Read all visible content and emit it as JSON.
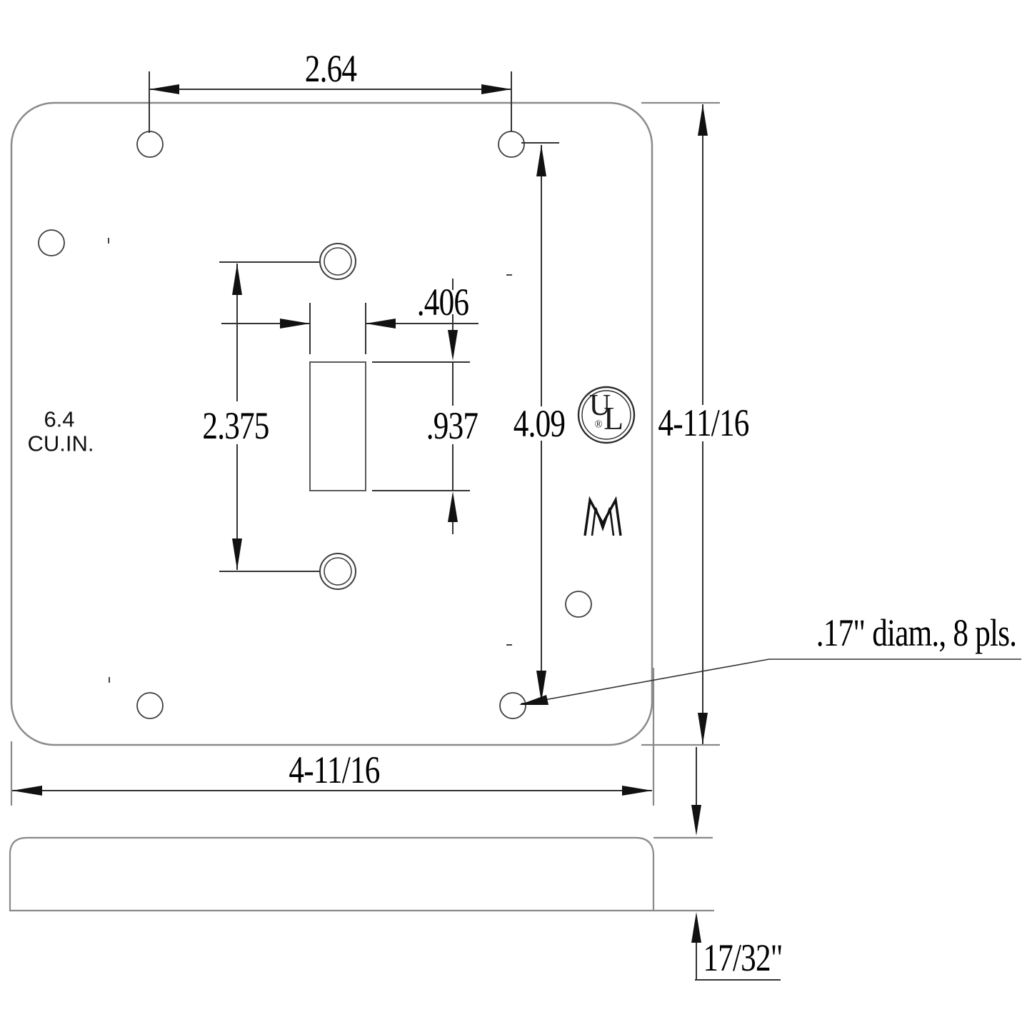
{
  "dimensions": {
    "top_hole_spacing": "2.64",
    "plate_height": "4-11/16",
    "right_hole_spacing": "4.09",
    "screw_hole_spacing": "2.375",
    "opening_width": ".406",
    "opening_height": ".937",
    "plate_width": "4-11/16",
    "thickness": "17/32\""
  },
  "annotations": {
    "volume_line1": "6.4",
    "volume_line2": "CU.IN.",
    "hole_callout": ".17\" diam., 8 pls."
  },
  "logos": {
    "ul_letter_u": "U",
    "ul_letter_l": "L",
    "ul_registered": "®",
    "maker_mark_icon": "m-logo"
  },
  "colors": {
    "outline_gray": "#8a8a8a",
    "dimension_line": "#333333",
    "arrow_fill": "#111111",
    "text": "#000000"
  }
}
